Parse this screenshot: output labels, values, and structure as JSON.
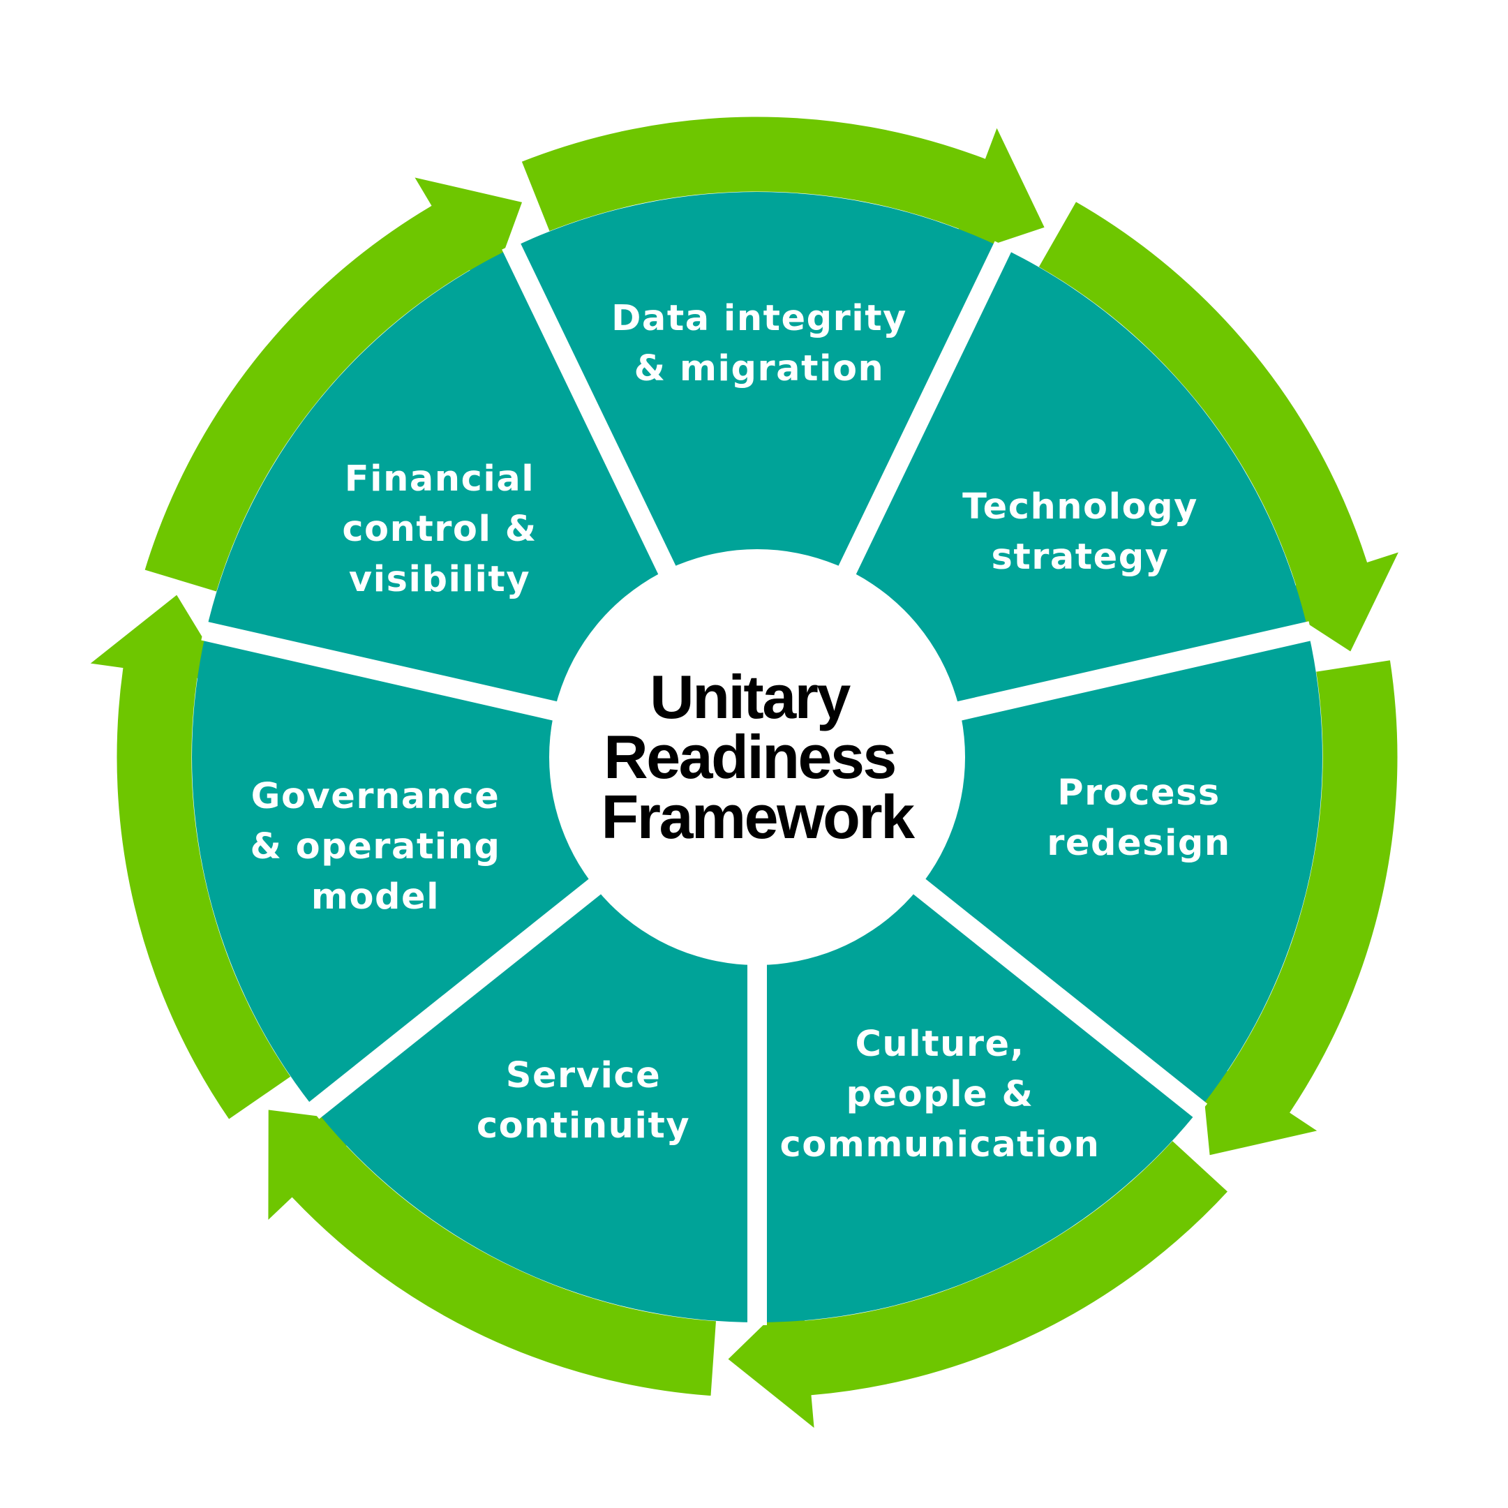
{
  "title": {
    "lines": [
      "Unitary",
      "Readiness",
      "Framework"
    ]
  },
  "segments": [
    {
      "name": "data-integrity",
      "lines": [
        "Data integrity",
        "& migration"
      ]
    },
    {
      "name": "technology-strategy",
      "lines": [
        "Technology",
        "strategy"
      ]
    },
    {
      "name": "process-redesign",
      "lines": [
        "Process",
        "redesign"
      ]
    },
    {
      "name": "culture-people-communication",
      "lines": [
        "Culture,",
        "people &",
        "communication"
      ]
    },
    {
      "name": "service-continuity",
      "lines": [
        "Service",
        "continuity"
      ]
    },
    {
      "name": "governance-operating-model",
      "lines": [
        "Governance",
        "& operating",
        "model"
      ]
    },
    {
      "name": "financial-control-visibility",
      "lines": [
        "Financial",
        "control &",
        "visibility"
      ]
    }
  ],
  "colors": {
    "ring_green": "#6EC600",
    "segment_teal": "#00A398",
    "divider_white": "#FFFFFF",
    "title_black": "#000000",
    "label_white": "#FFFFFF"
  },
  "cycle_direction": "clockwise"
}
